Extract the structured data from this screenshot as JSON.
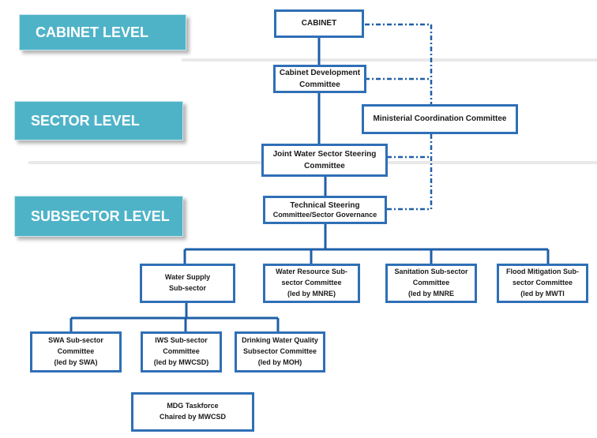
{
  "levels": {
    "cabinet": "CABINET LEVEL",
    "sector": "SECTOR LEVEL",
    "subsector": "SUBSECTOR LEVEL"
  },
  "nodes": {
    "cabinet": "CABINET",
    "cabinet_development": "Cabinet Development\nCommittee",
    "ministerial_coordination": "Ministerial Coordination Committee",
    "joint_water_sector": "Joint Water Sector Steering\nCommittee",
    "technical_steering_line1": "Technical Steering",
    "technical_steering_line2": "Committee/Sector Governance",
    "water_supply": "Water Supply\n   Sub-sector",
    "water_resource": "Water Resource Sub-\nsector Committee\n(led by MNRE)",
    "sanitation": "Sanitation Sub-sector\nCommittee\n(led by MNRE",
    "flood_mitigation": "Flood Mitigation Sub-\nsector Committee\n(led by MWTI",
    "swa": "SWA Sub-sector\nCommittee\n(led by SWA)",
    "iws": "IWS Sub-sector\nCommittee\n(led by MWCSD)",
    "drinking_water": "Drinking Water Quality\nSubsector Committee\n(led by MOH)",
    "mdg_taskforce": "MDG Taskforce\nChaired by MWCSD"
  },
  "colors": {
    "accent": "#4fb3c8",
    "box_border": "#2f6fb6",
    "connector": "#1f5fa8"
  }
}
